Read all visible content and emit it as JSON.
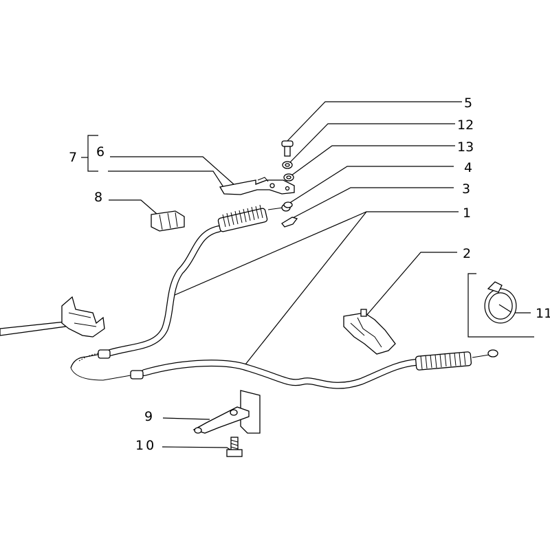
{
  "callouts": [
    {
      "id": "c5",
      "text": "5"
    },
    {
      "id": "c12",
      "text": "12"
    },
    {
      "id": "c13",
      "text": "13"
    },
    {
      "id": "c4",
      "text": "4"
    },
    {
      "id": "c3",
      "text": "3"
    },
    {
      "id": "c1",
      "text": "1"
    },
    {
      "id": "c2",
      "text": "2"
    },
    {
      "id": "c7",
      "text": "7"
    },
    {
      "id": "c6",
      "text": "6"
    },
    {
      "id": "c8",
      "text": "8"
    },
    {
      "id": "c9",
      "text": "9"
    },
    {
      "id": "c10",
      "text": "10"
    },
    {
      "id": "c11",
      "text": "11"
    }
  ]
}
